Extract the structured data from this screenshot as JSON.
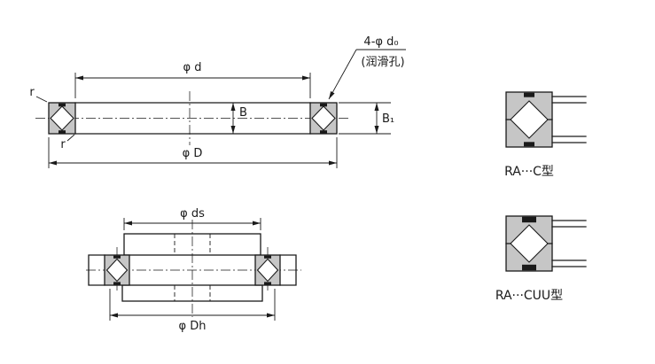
{
  "drawing": {
    "background": "#ffffff",
    "line_color": "#1a1a1a",
    "section_fill": "#c6c6c6"
  },
  "top_view": {
    "dim_d_label": "φ d",
    "dim_D_label": "φ D",
    "dim_B_label": "B",
    "dim_B1_label": "B₁",
    "r_label_top": "r",
    "r_label_bottom": "r",
    "holes_note_line1": "4-φ d₀",
    "holes_note_line2": "(润滑孔)"
  },
  "mounting_view": {
    "dim_ds_label": "φ ds",
    "dim_Dh_label": "φ Dh"
  },
  "detail_views": {
    "type_c": {
      "label": "RA···C型"
    },
    "type_cuu": {
      "label": "RA···CUU型"
    }
  }
}
